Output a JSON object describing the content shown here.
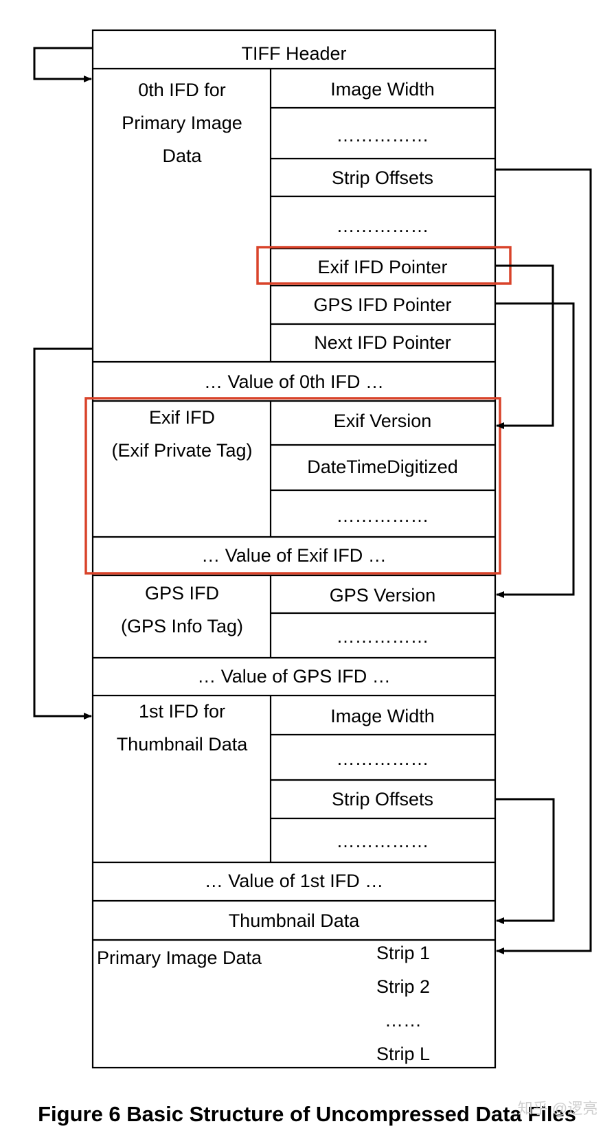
{
  "tiff_header": "TIFF Header",
  "ifd0": {
    "label": [
      "0th IFD for",
      "Primary Image",
      "Data"
    ],
    "fields": [
      "Image Width",
      "……………",
      "Strip Offsets",
      "……………",
      "Exif IFD Pointer",
      "GPS IFD Pointer",
      "Next IFD Pointer"
    ]
  },
  "value_ifd0": "… Value of 0th IFD …",
  "exif_ifd": {
    "label": [
      "Exif IFD",
      "(Exif Private Tag)"
    ],
    "fields": [
      "Exif Version",
      "DateTimeDigitized",
      "……………"
    ]
  },
  "value_exif": "… Value of Exif IFD …",
  "gps_ifd": {
    "label": [
      "GPS IFD",
      "(GPS Info Tag)"
    ],
    "fields": [
      "GPS Version",
      "……………"
    ]
  },
  "value_gps": "… Value of GPS IFD …",
  "ifd1": {
    "label": [
      "1st IFD for",
      "Thumbnail  Data"
    ],
    "fields": [
      "Image Width",
      "……………",
      "Strip Offsets",
      "……………"
    ]
  },
  "value_ifd1": "… Value of 1st IFD …",
  "thumbnail_data": "Thumbnail  Data",
  "primary_image_data": {
    "label": "Primary Image Data",
    "strips": [
      "Strip 1",
      "Strip 2",
      "……",
      "Strip L"
    ]
  },
  "caption": "Figure 6  Basic Structure of Uncompressed Data Files",
  "watermark": "知乎 @逻亮",
  "colors": {
    "highlight": "#d9432a",
    "line": "#000000"
  }
}
